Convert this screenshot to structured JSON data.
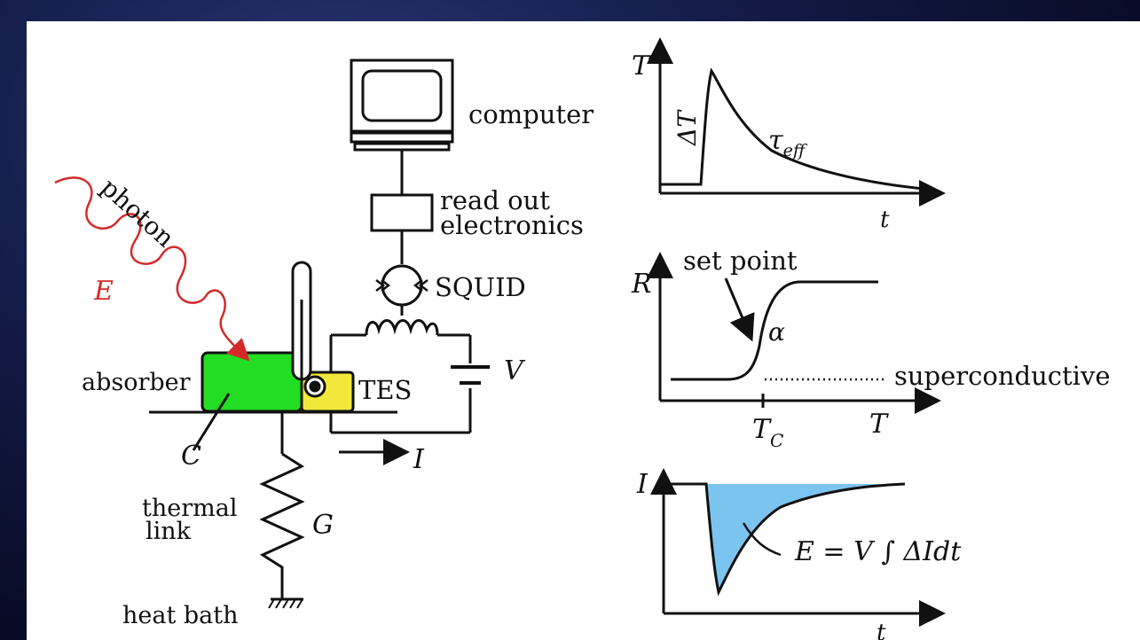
{
  "labels": {
    "computer": "computer",
    "readout_line1": "read out",
    "readout_line2": "electronics",
    "squid": "SQUID",
    "photon": "photon",
    "energy": "E",
    "absorber": "absorber",
    "tes": "TES",
    "voltage": "V",
    "current": "I",
    "heat_capacity": "C",
    "thermal_line1": "thermal",
    "thermal_line2": "link",
    "conductance": "G",
    "heat_bath": "heat bath"
  },
  "plots": {
    "temperature_pulse": {
      "y_axis": "T",
      "x_axis": "t",
      "delta_label": "ΔT",
      "tau_main": "τ",
      "tau_sub": "eff"
    },
    "transition": {
      "y_axis": "R",
      "x_axis": "T",
      "set_point": "set point",
      "alpha": "α",
      "superconductive": "superconductive",
      "tc_main": "T",
      "tc_sub": "C"
    },
    "current_pulse": {
      "y_axis": "I",
      "x_axis": "t",
      "formula": "E = V ∫ ΔIdt"
    }
  },
  "colors": {
    "absorber_fill": "#22dd22",
    "tes_fill": "#f2e83a",
    "photon_wave": "#d42a2a",
    "pulse_fill": "#7cc4f0"
  }
}
